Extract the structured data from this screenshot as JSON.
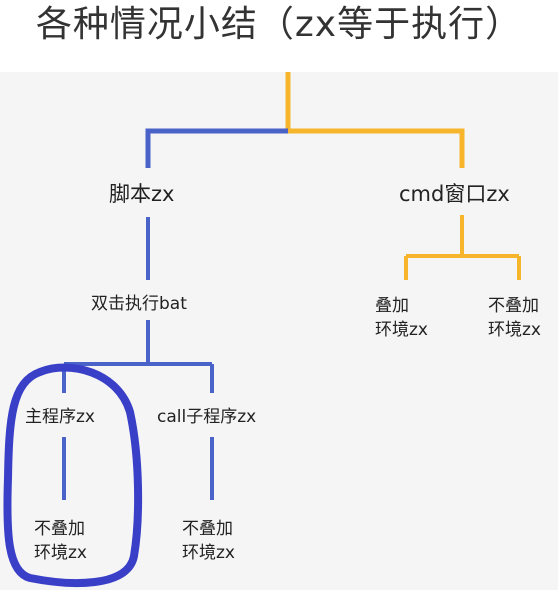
{
  "title": "各种情况小结（zx等于执行）",
  "nodes": {
    "script": "脚本zx",
    "cmd": "cmd窗口zx",
    "bat": "双击执行bat",
    "main": "主程序zx",
    "call": "call子程序zx",
    "cmd_left": [
      "叠加",
      "环境zx"
    ],
    "cmd_right": [
      "不叠加",
      "环境zx"
    ],
    "main_leaf": [
      "不叠加",
      "环境zx"
    ],
    "call_leaf": [
      "不叠加",
      "环境zx"
    ]
  },
  "colors": {
    "blue": "#4a63c8",
    "orange": "#f7b52c",
    "highlight": "#3a3fc8",
    "canvas": "#f5f5f5"
  }
}
